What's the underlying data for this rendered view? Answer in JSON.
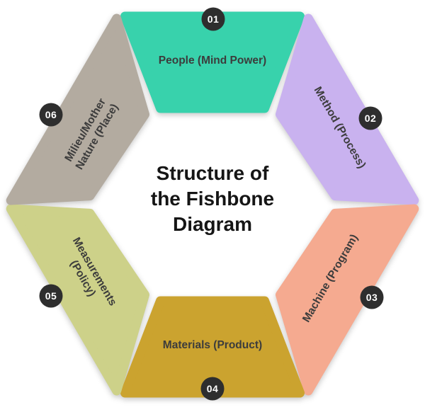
{
  "title": {
    "lines": [
      "Structure of",
      "the Fishbone",
      "Diagram"
    ],
    "color": "#151515"
  },
  "badge": {
    "color": "#2e2e2e",
    "text_color": "#ffffff"
  },
  "label_color": "#3c3c3c",
  "segments": [
    {
      "number": "01",
      "label": "People (Mind Power)",
      "lines": [
        "People (Mind Power)"
      ],
      "color": "#38d2ac"
    },
    {
      "number": "02",
      "label": "Method (Process)",
      "lines": [
        "Method (Process)"
      ],
      "color": "#c9b2ef"
    },
    {
      "number": "03",
      "label": "Machine (Program)",
      "lines": [
        "Machine (Program)"
      ],
      "color": "#f5aa90"
    },
    {
      "number": "04",
      "label": "Materials (Product)",
      "lines": [
        "Materials (Product)"
      ],
      "color": "#cba32f"
    },
    {
      "number": "05",
      "label": "Measurements (Policy)",
      "lines": [
        "Measurements",
        "(Policy)"
      ],
      "color": "#cdd189"
    },
    {
      "number": "06",
      "label": "Milieu/Mother Nature (Place)",
      "lines": [
        "Milieu/Mother",
        "Nature (Place)"
      ],
      "color": "#b3aba0"
    }
  ]
}
